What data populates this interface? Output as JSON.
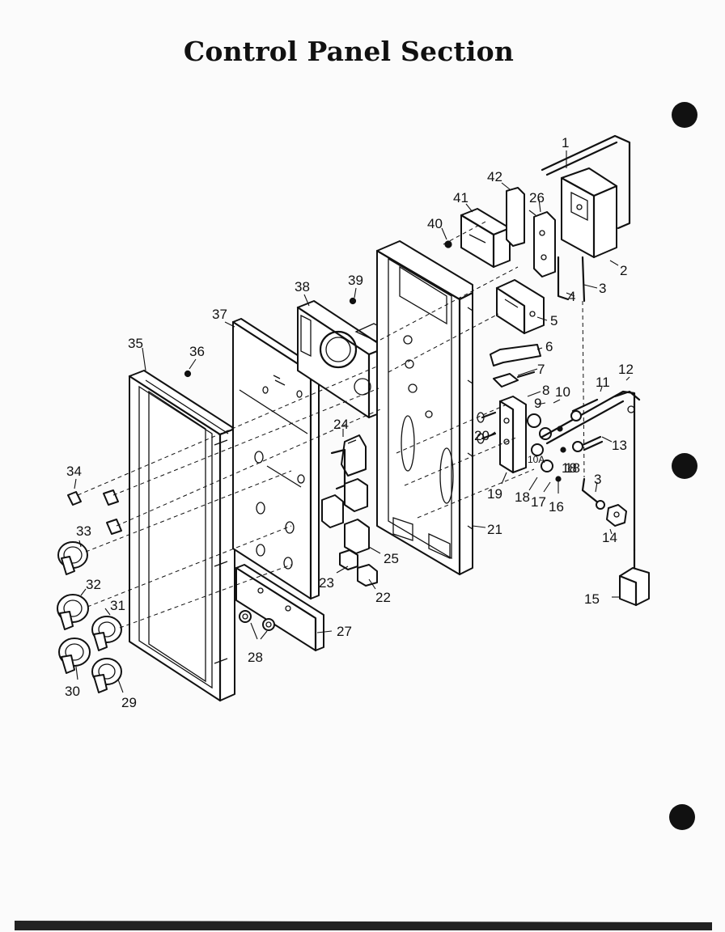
{
  "title": "Control Panel Section",
  "callouts": [
    "1",
    "2",
    "3",
    "4",
    "5",
    "6",
    "7",
    "8",
    "9",
    "10",
    "11",
    "12",
    "13",
    "14",
    "15",
    "16",
    "17",
    "18",
    "18",
    "19",
    "20",
    "21",
    "22",
    "23",
    "24",
    "25",
    "26",
    "27",
    "28",
    "29",
    "30",
    "31",
    "32",
    "33",
    "34",
    "35",
    "36",
    "37",
    "38",
    "39",
    "40",
    "41",
    "42",
    "3",
    "18",
    "10A"
  ],
  "colors": {
    "ink": "#111111",
    "paper": "#fbfbfb"
  },
  "icons": [
    "binder-hole-icon"
  ]
}
